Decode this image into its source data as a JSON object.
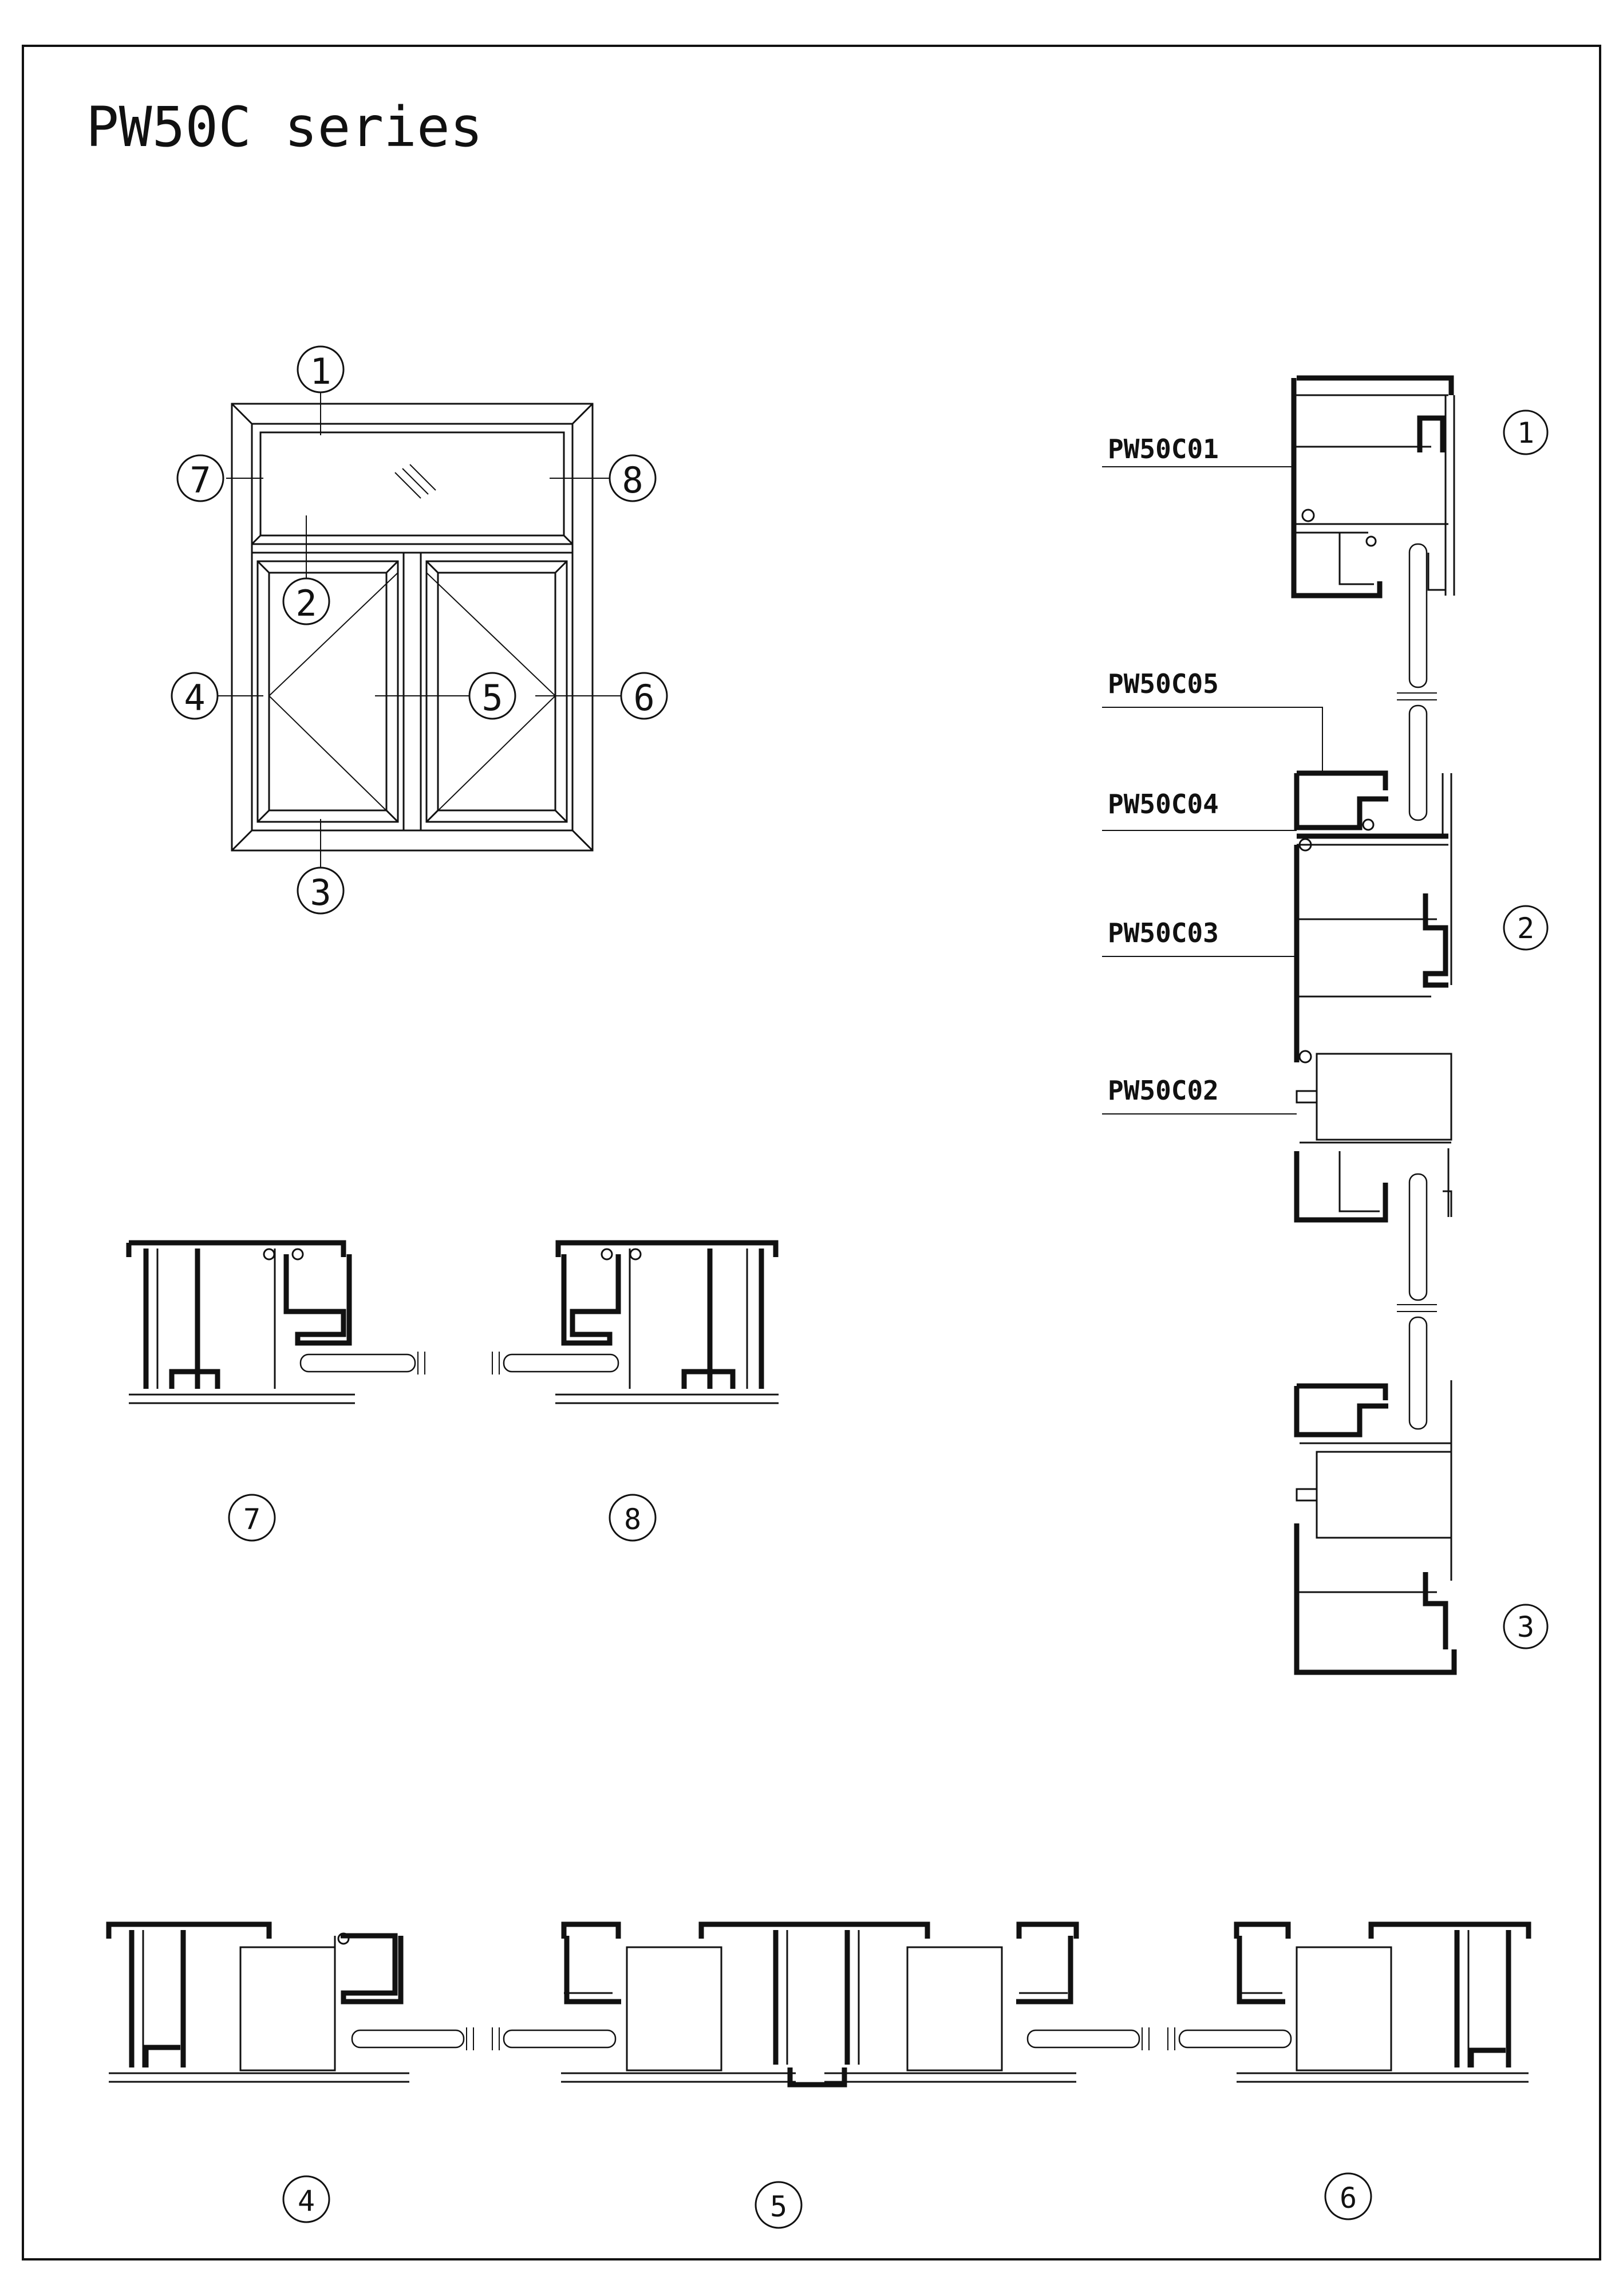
{
  "title": "PW50C series",
  "elevation": {
    "callouts": [
      "1",
      "2",
      "3",
      "4",
      "5",
      "6",
      "7",
      "8"
    ]
  },
  "profile_labels": [
    "PW50C01",
    "PW50C05",
    "PW50C04",
    "PW50C03",
    "PW50C02"
  ],
  "section_markers": [
    "1",
    "2",
    "3",
    "7",
    "8",
    "4",
    "5",
    "6"
  ]
}
